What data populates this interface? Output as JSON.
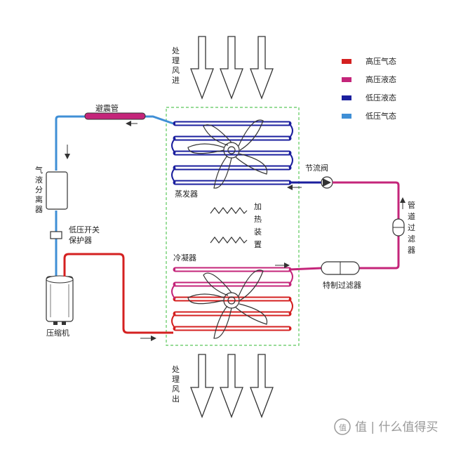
{
  "legend": {
    "items": [
      {
        "key": "high_gas",
        "label": "高压气态",
        "color": "#d42020"
      },
      {
        "key": "high_liquid",
        "label": "高压液态",
        "color": "#c4257a"
      },
      {
        "key": "low_liquid",
        "label": "低压液态",
        "color": "#1b1f9e"
      },
      {
        "key": "low_gas",
        "label": "低压气态",
        "color": "#3f8fd6"
      }
    ]
  },
  "airflow": {
    "inlet": [
      "处",
      "理",
      "风",
      "进"
    ],
    "outlet": [
      "处",
      "理",
      "风",
      "出"
    ]
  },
  "components": {
    "shock_pipe": "避震管",
    "separator": [
      "气",
      "液",
      "分",
      "离",
      "器"
    ],
    "low_pressure_switch": [
      "低压开关",
      "保护器"
    ],
    "compressor": "压缩机",
    "evaporator": "蒸发器",
    "heater": [
      "加",
      "热",
      "装",
      "置"
    ],
    "condenser": "冷凝器",
    "throttle_valve": "节流阀",
    "pipe_filter": [
      "管",
      "道",
      "过",
      "滤",
      "器"
    ],
    "special_filter": "特制过滤器"
  },
  "colors": {
    "high_gas": "#d42020",
    "high_liquid": "#c4257a",
    "low_liquid": "#1b1f9e",
    "low_gas": "#3f8fd6",
    "frame": "#5ac85a"
  },
  "watermark": {
    "text": "值 | 什么值得买",
    "icon": "zhi-logo-icon"
  }
}
